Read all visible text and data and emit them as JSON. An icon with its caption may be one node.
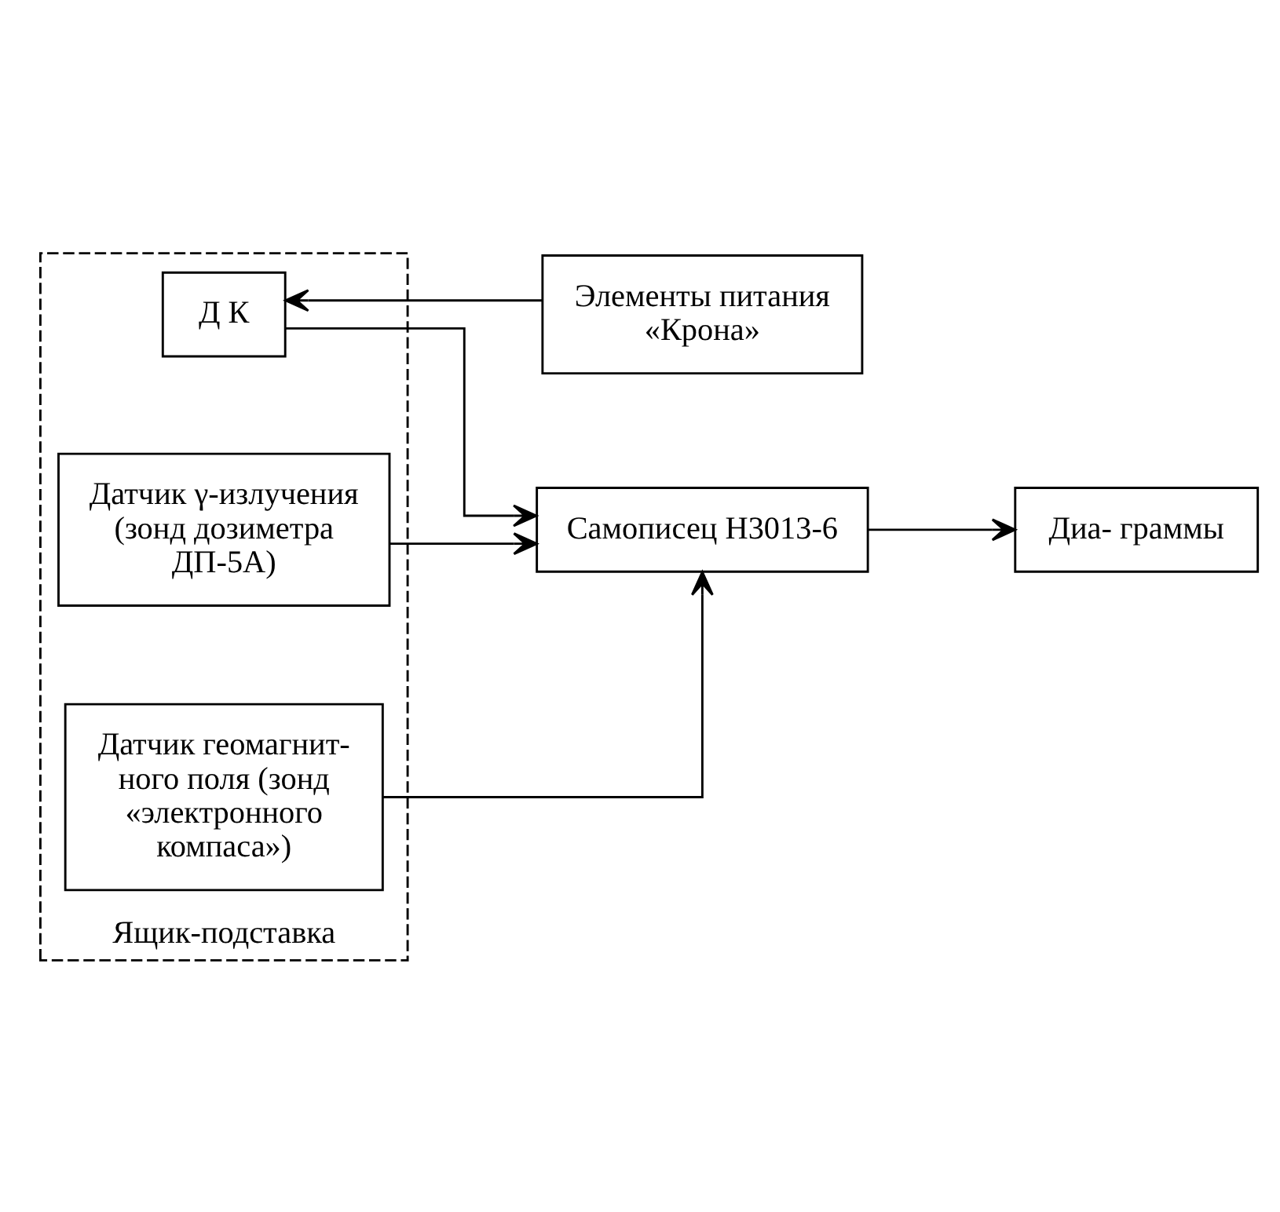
{
  "diagram": {
    "nodes": [
      {
        "text": [
          "Ящик-подставка"
        ]
      },
      {
        "text": [
          "Д К"
        ],
        "in": 0
      },
      {
        "text": [
          "Элементы питания «Крона»"
        ]
      },
      {
        "text": [
          "Датчик γ-излучения (зонд дозиметра ДП-5А)"
        ],
        "in": 0
      },
      {
        "text": [
          "Самописец Н3013-6"
        ]
      },
      {
        "text": [
          "Диа- граммы"
        ]
      },
      {
        "text": [
          "Датчик геомагнит- ного поля (зонд «электронного компаса»)"
        ],
        "in": 0
      }
    ],
    "edges": [
      {
        "from": 2,
        "to": 1,
        "arrow": "to"
      },
      {
        "from": 1,
        "to": 4,
        "arrow": "to"
      },
      {
        "from": 3,
        "to": 4,
        "arrow": "to"
      },
      {
        "from": 6,
        "to": 4,
        "arrow": "to"
      },
      {
        "from": 4,
        "to": 5,
        "arrow": "to"
      }
    ]
  }
}
